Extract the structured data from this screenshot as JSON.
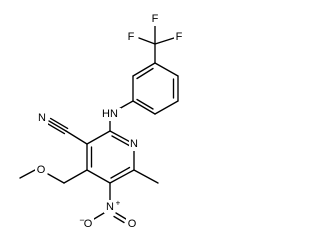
{
  "molecule": {
    "atoms": {
      "f_top": "F",
      "f_right": "F",
      "f_left": "F",
      "nh": "HN",
      "n_nitrile": "N",
      "n_ring": "N",
      "o_ether": "O",
      "n_nitro": "N",
      "n_nitro_charge": "+",
      "o_nitro_left": "O",
      "o_nitro_left_charge": "−",
      "o_nitro_right": "O"
    }
  }
}
